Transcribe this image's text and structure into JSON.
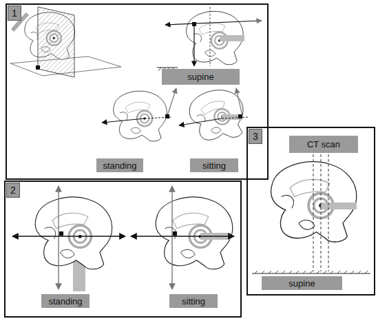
{
  "diagram": {
    "nodes": [
      {
        "text": [
          "1"
        ]
      },
      {
        "text": [
          "supine"
        ],
        "in": 0
      },
      {
        "text": [
          "standing"
        ],
        "in": 0
      },
      {
        "text": [
          "sitting"
        ],
        "in": 0
      },
      {
        "text": [
          "2"
        ]
      },
      {
        "text": [
          "standing"
        ],
        "in": 4
      },
      {
        "text": [
          "sitting"
        ],
        "in": 4
      },
      {
        "text": [
          "3"
        ]
      },
      {
        "text": [
          "CT scan"
        ],
        "in": 7
      },
      {
        "text": [
          "supine"
        ],
        "in": 7
      }
    ]
  }
}
